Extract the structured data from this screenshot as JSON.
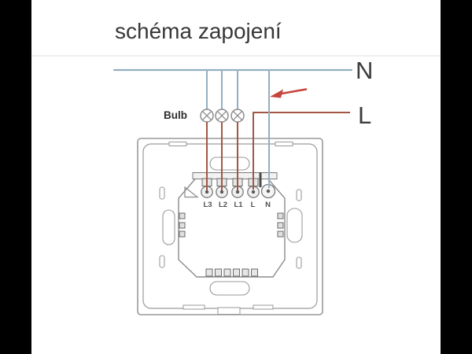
{
  "title": "schéma zapojení",
  "legend": {
    "neutral": "N",
    "live": "L",
    "bulb": "Bulb"
  },
  "switch": {
    "terminal_labels": [
      "L3",
      "L2",
      "L1",
      "L",
      "N"
    ],
    "bulb_count": 3
  },
  "colors": {
    "neutral_wire": "#93afc2",
    "live_wire": "#a25743",
    "arrow": "#c4453c",
    "device_outline": "#9a9a9a",
    "title_text": "#383838",
    "side_band": "#000000"
  }
}
